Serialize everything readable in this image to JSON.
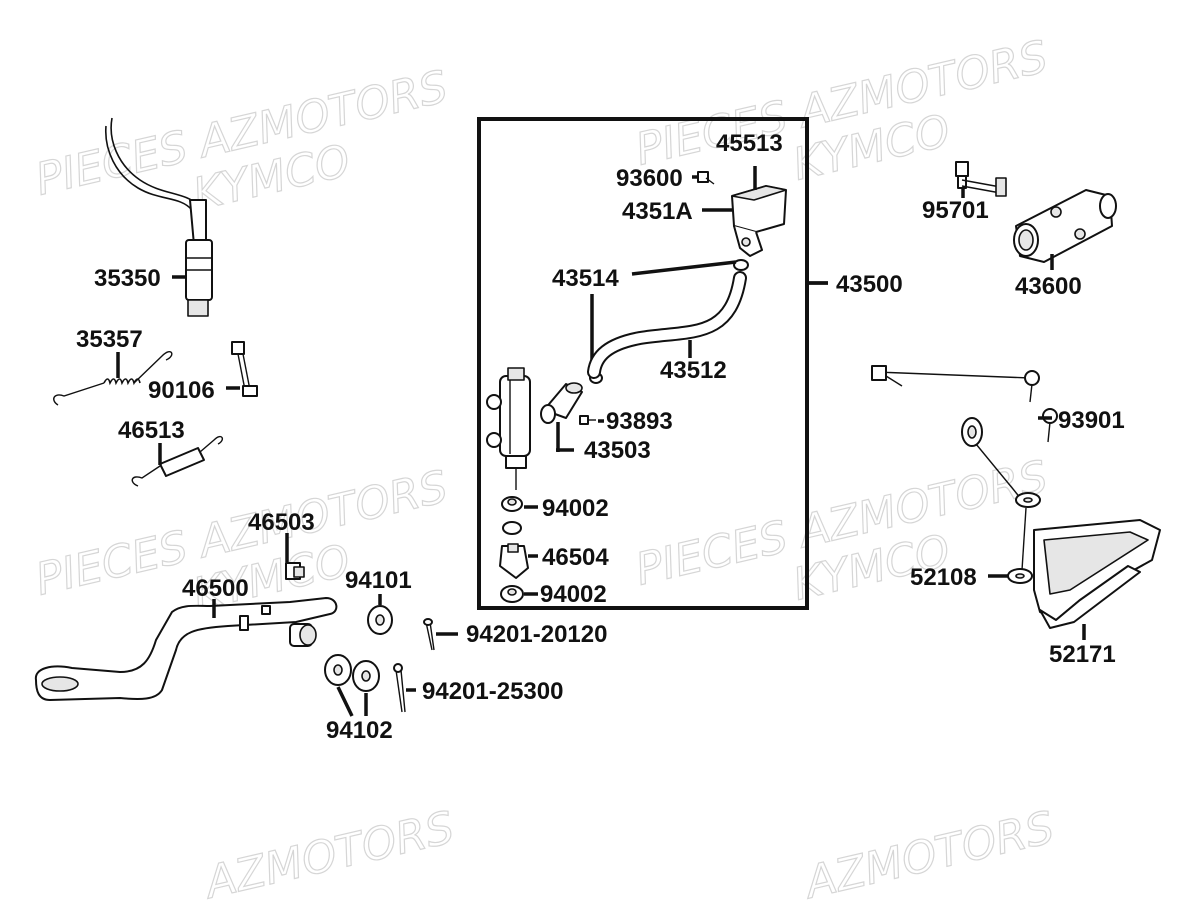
{
  "watermarks": [
    {
      "line1": "PIECES AZMOTORS",
      "line2": "KYMCO"
    },
    {
      "line1": "PIECES AZMOTORS",
      "line2": "KYMCO"
    },
    {
      "line1": "PIECES AZMOTORS",
      "line2": "KYMCO"
    },
    {
      "line1": "PIECES AZMOTORS",
      "line2": "KYMCO"
    },
    {
      "line1": "AZMOTORS"
    },
    {
      "line1": "AZMOTORS"
    }
  ],
  "labels": {
    "p35350": "35350",
    "p35357": "35357",
    "p90106": "90106",
    "p46513": "46513",
    "p46503": "46503",
    "p46500": "46500",
    "p94101": "94101",
    "p94102": "94102",
    "p94201_20120": "94201-20120",
    "p94201_25300": "94201-25300",
    "p45513": "45513",
    "p93600": "93600",
    "p4351A": "4351A",
    "p43514": "43514",
    "p43512": "43512",
    "p43500": "43500",
    "p93893": "93893",
    "p43503": "43503",
    "p94002a": "94002",
    "p46504": "46504",
    "p94002b": "94002",
    "p95701": "95701",
    "p43600": "43600",
    "p93901": "93901",
    "p52108": "52108",
    "p52171": "52171"
  }
}
